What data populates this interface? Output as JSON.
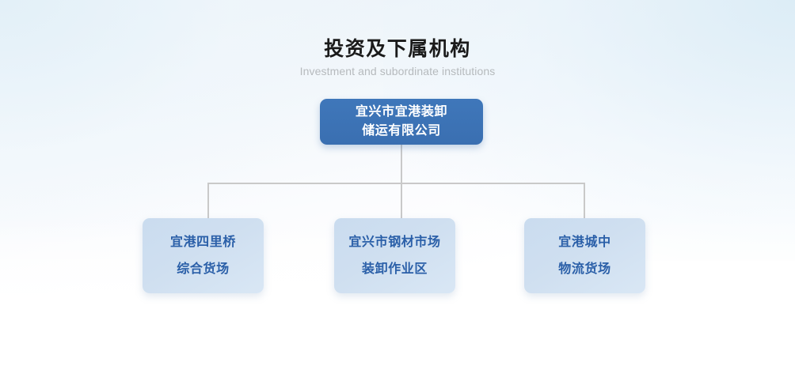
{
  "heading": {
    "title": "投资及下属机构",
    "subtitle": "Investment and subordinate institutions"
  },
  "colors": {
    "root_fill": "#3a70b4",
    "root_text": "#ffffff",
    "child_fill": "#cbdcef",
    "child_text": "#2a5fa8",
    "connector": "#c9c9c9",
    "title_text": "#1a1a1a",
    "subtitle_text": "#b6babd",
    "background_top": "#eaf2f8",
    "background_bottom": "#ffffff"
  },
  "org_chart": {
    "root": {
      "line1": "宜兴市宜港装卸",
      "line2": "储运有限公司"
    },
    "children": [
      {
        "line1": "宜港四里桥",
        "line2": "综合货场"
      },
      {
        "line1": "宜兴市钢材市场",
        "line2": "装卸作业区"
      },
      {
        "line1": "宜港城中",
        "line2": "物流货场"
      }
    ]
  }
}
